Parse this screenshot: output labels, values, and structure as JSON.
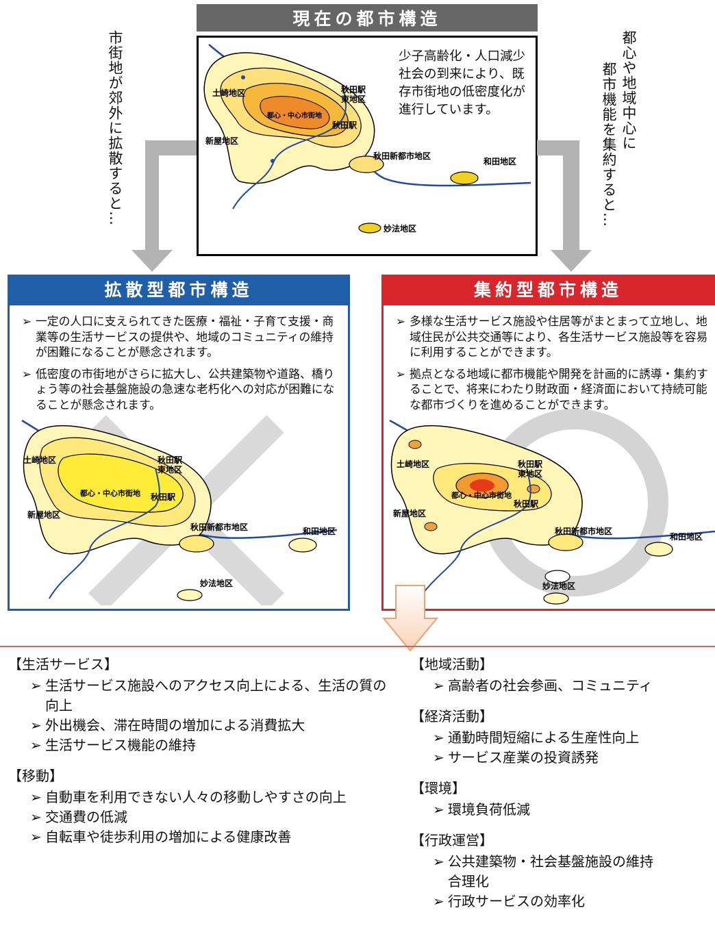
{
  "top": {
    "title": "現在の都市構造",
    "note": "少子高齢化・人口減少社会の到来により、既存市街地の低密度化が進行しています。",
    "left_caption": "市街地が郊外に拡散すると…",
    "right_caption_1": "都心や地域中心に",
    "right_caption_2": "都市機能を集約すると…"
  },
  "map_labels": {
    "tsuchizaki": "土崎地区",
    "akita_east_1": "秋田駅",
    "akita_east_2": "東地区",
    "center": "都心・中心市街地",
    "akita_station": "秋田駅",
    "araya": "新屋地区",
    "shintoshin": "秋田新都市地区",
    "wada": "和田地区",
    "myoho": "妙法地区"
  },
  "left_panel": {
    "title": "拡散型都市構造",
    "marker": "➢",
    "bullets": [
      "一定の人口に支えられてきた医療・福祉・子育て支援・商業等の生活サービスの提供や、地域のコミュニティの維持が困難になることが懸念されます。",
      "低密度の市街地がさらに拡大し、公共建築物や道路、橋りょう等の社会基盤施設の急速な老朽化への対応が困難になることが懸念されます。"
    ],
    "accent_color": "#1f5ea8"
  },
  "right_panel": {
    "title": "集約型都市構造",
    "marker": "➢",
    "bullets": [
      "多様な生活サービス施設や住居等がまとまって立地し、地域住民が公共交通等により、各生活サービス施設等を容易に利用することができます。",
      "拠点となる地域に都市機能や開発を計画的に誘導・集約することで、将来にわたり財政面・経済面において持続可能な都市づくりを進めることができます。"
    ],
    "accent_color": "#d9262c"
  },
  "benefits_left": [
    {
      "heading": "【生活サービス】",
      "items": [
        "生活サービス施設へのアクセス向上による、生活の質の向上",
        "外出機会、滞在時間の増加による消費拡大",
        "生活サービス機能の維持"
      ]
    },
    {
      "heading": "【移動】",
      "items": [
        "自動車を利用できない人々の移動しやすさの向上",
        "交通費の低減",
        "自転車や徒歩利用の増加による健康改善"
      ]
    }
  ],
  "benefits_right": [
    {
      "heading": "【地域活動】",
      "items": [
        "高齢者の社会参画、コミュニティ"
      ]
    },
    {
      "heading": "【経済活動】",
      "items": [
        "通勤時間短縮による生産性向上",
        "サービス産業の投資誘発"
      ]
    },
    {
      "heading": "【環境】",
      "items": [
        "環境負荷低減"
      ]
    },
    {
      "heading": "【行政運営】",
      "items": [
        "公共建築物・社会基盤施設の維持",
        "合理化",
        "行政サービスの効率化"
      ]
    }
  ],
  "colors": {
    "river": "#1f4aa0",
    "pale_yellow": "#fff6b8",
    "orange": "#f2a23a",
    "gray_arrow": "#b3b3b3"
  }
}
